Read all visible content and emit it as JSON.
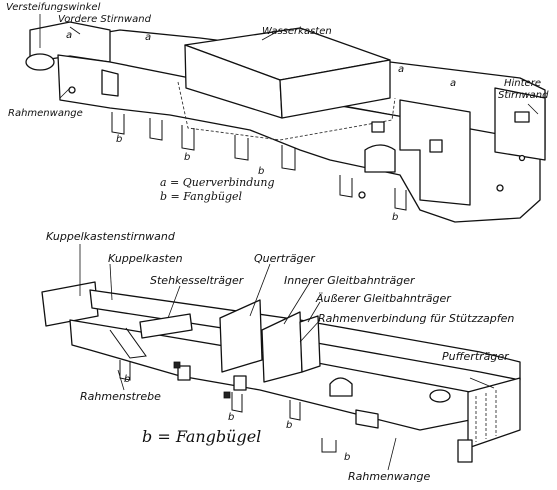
{
  "top_figure": {
    "labels": {
      "versteifungswinkel": "Versteifungswinkel",
      "vordere_stirnwand": "Vordere Stirnwand",
      "wasserkasten": "Wasserkasten",
      "hintere_stirnwand_1": "Hintere",
      "hintere_stirnwand_2": "Stirnwand",
      "rahmenwange": "Rahmenwange",
      "a": "a",
      "b": "b"
    },
    "legend": {
      "a_line": "a = Querverbindung",
      "b_line": "b = Fangbügel"
    }
  },
  "bottom_figure": {
    "labels": {
      "kuppelkastenstirnwand": "Kuppelkastenstirnwand",
      "kuppelkasten": "Kuppelkasten",
      "stehkesseltraeger": "Stehkesselträger",
      "quertraeger": "Querträger",
      "innerer_gleitbahntraeger": "Innerer Gleitbahnträger",
      "aeusserer_gleitbahntraeger": "Äußerer Gleitbahnträger",
      "rahmenverbindung": "Rahmenverbindung für Stützzapfen",
      "puffertraeger": "Pufferträger",
      "rahmenstrebe": "Rahmenstrebe",
      "rahmenwange": "Rahmenwange",
      "b": "b"
    },
    "legend": {
      "b_line": "b = Fangbügel"
    }
  }
}
